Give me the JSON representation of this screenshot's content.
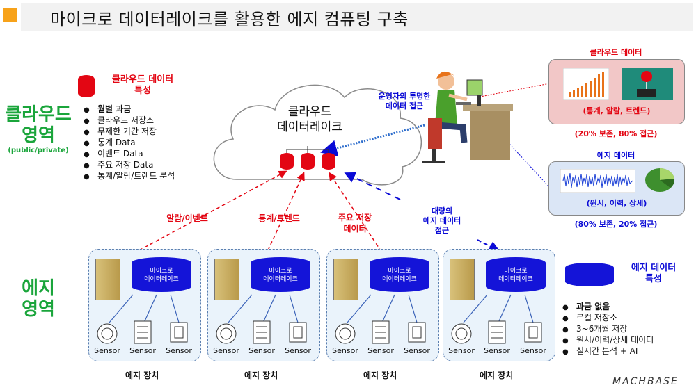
{
  "title": "마이크로 데이터레이크를 활용한 에지 컴퓨팅 구축",
  "cloud_region": {
    "label_line1": "클라우드",
    "label_line2": "영역",
    "sub": "(public/private)",
    "characteristics_title_line1": "클라우드 데이터",
    "characteristics_title_line2": "특성",
    "bullets": [
      "월별 과금",
      "클라우드 저장소",
      "무제한 기간 저장",
      "통계 Data",
      "이벤트 Data",
      "주요 저장 Data",
      "통계/알람/트렌드 분석"
    ]
  },
  "cloud": {
    "line1": "클라우드",
    "line2": "데이터레이크"
  },
  "operator_label_line1": "운영자의 투명한",
  "operator_label_line2": "데이터 접근",
  "arrows": {
    "alarm_event": "알람/이벤트",
    "stats_trend": "통계/트렌드",
    "main_store_line1": "주요 저장",
    "main_store_line2": "데이터",
    "bulk_line1": "대량의",
    "bulk_line2": "에지 데이터",
    "bulk_line3": "접근"
  },
  "cloud_data_panel": {
    "title": "클라우드 데이터",
    "caption": "(통계, 알람, 트렌드)",
    "note": "(20% 보존, 80% 접근)"
  },
  "edge_data_panel": {
    "title": "에지 데이터",
    "caption": "(원시, 이력, 상세)",
    "note": "(80% 보존, 20% 접근)"
  },
  "edge_region": {
    "label_line1": "에지",
    "label_line2": "영역",
    "characteristics_title_line1": "에지 데이터",
    "characteristics_title_line2": "특성",
    "bullets": [
      "과금 없음",
      "로컬 저장소",
      "3~6개월 저장",
      "원시/이력/상세 데이터",
      "실시간 분석 + AI"
    ]
  },
  "edge_devices": [
    {
      "db_line1": "마이크로",
      "db_line2": "데이터레이크",
      "sensors": [
        "Sensor",
        "Sensor",
        "Sensor"
      ],
      "label": "에지 장치"
    },
    {
      "db_line1": "마이크로",
      "db_line2": "데이터레이크",
      "sensors": [
        "Sensor",
        "Sensor",
        "Sensor"
      ],
      "label": "에지 장치"
    },
    {
      "db_line1": "마이크로",
      "db_line2": "데이터레이크",
      "sensors": [
        "Sensor",
        "Sensor",
        "Sensor"
      ],
      "label": "에지 장치"
    },
    {
      "db_line1": "마이크로",
      "db_line2": "데이터레이크",
      "sensors": [
        "Sensor",
        "Sensor",
        "Sensor"
      ],
      "label": "에지 장치"
    }
  ],
  "logo": "MACHBASE",
  "colors": {
    "red": "#e30613",
    "blue": "#0a0ad6",
    "green": "#1aa53b",
    "accent": "#f7a21a"
  }
}
